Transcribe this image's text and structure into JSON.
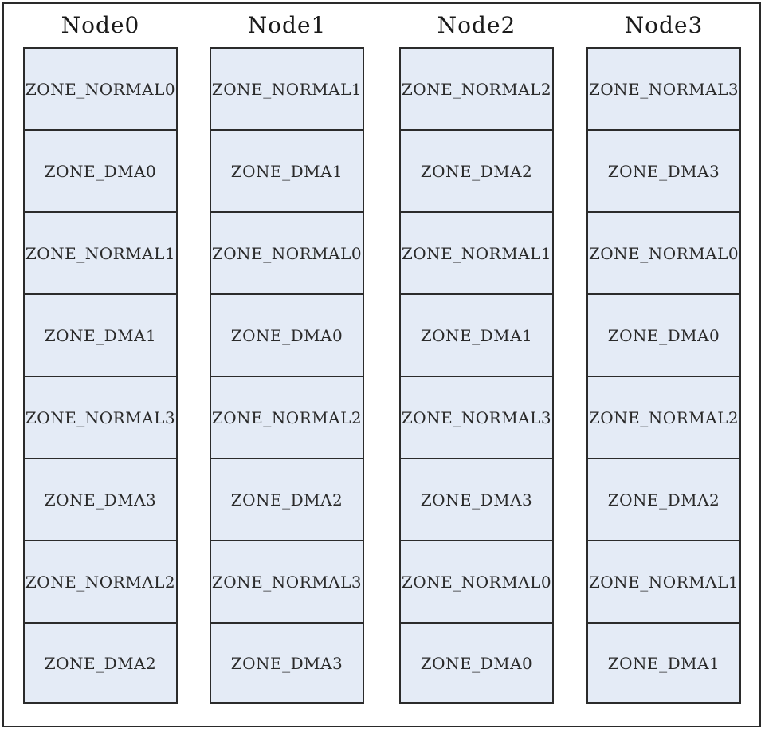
{
  "colors": {
    "cell_fill": "#e4ebf6",
    "border": "#2b2b2b",
    "text": "#2a2a2a",
    "background": "#ffffff"
  },
  "nodes": [
    {
      "title": "Node0",
      "zones": [
        "ZONE_NORMAL0",
        "ZONE_DMA0",
        "ZONE_NORMAL1",
        "ZONE_DMA1",
        "ZONE_NORMAL3",
        "ZONE_DMA3",
        "ZONE_NORMAL2",
        "ZONE_DMA2"
      ]
    },
    {
      "title": "Node1",
      "zones": [
        "ZONE_NORMAL1",
        "ZONE_DMA1",
        "ZONE_NORMAL0",
        "ZONE_DMA0",
        "ZONE_NORMAL2",
        "ZONE_DMA2",
        "ZONE_NORMAL3",
        "ZONE_DMA3"
      ]
    },
    {
      "title": "Node2",
      "zones": [
        "ZONE_NORMAL2",
        "ZONE_DMA2",
        "ZONE_NORMAL1",
        "ZONE_DMA1",
        "ZONE_NORMAL3",
        "ZONE_DMA3",
        "ZONE_NORMAL0",
        "ZONE_DMA0"
      ]
    },
    {
      "title": "Node3",
      "zones": [
        "ZONE_NORMAL3",
        "ZONE_DMA3",
        "ZONE_NORMAL0",
        "ZONE_DMA0",
        "ZONE_NORMAL2",
        "ZONE_DMA2",
        "ZONE_NORMAL1",
        "ZONE_DMA1"
      ]
    }
  ]
}
